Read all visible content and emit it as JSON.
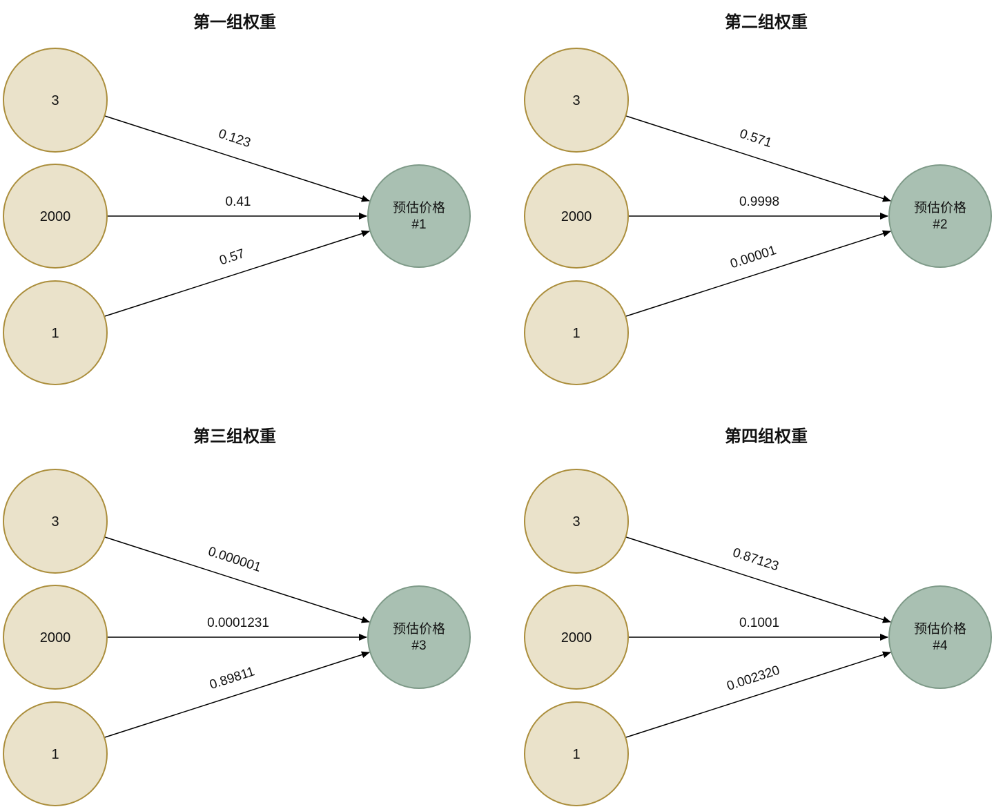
{
  "colors": {
    "input_fill": "#eae2ca",
    "input_stroke": "#ab8e3c",
    "output_fill": "#a9c0b2",
    "output_stroke": "#7e9a88",
    "arrow": "#000000"
  },
  "groups": [
    {
      "title": "第一组权重",
      "inputs": [
        "3",
        "2000",
        "1"
      ],
      "weights": [
        "0.123",
        "0.41",
        "0.57"
      ],
      "output_label": "预估价格",
      "output_id": "#1"
    },
    {
      "title": "第二组权重",
      "inputs": [
        "3",
        "2000",
        "1"
      ],
      "weights": [
        "0.571",
        "0.9998",
        "0.00001"
      ],
      "output_label": "预估价格",
      "output_id": "#2"
    },
    {
      "title": "第三组权重",
      "inputs": [
        "3",
        "2000",
        "1"
      ],
      "weights": [
        "0.000001",
        "0.0001231",
        "0.89811"
      ],
      "output_label": "预估价格",
      "output_id": "#3"
    },
    {
      "title": "第四组权重",
      "inputs": [
        "3",
        "2000",
        "1"
      ],
      "weights": [
        "0.87123",
        "0.1001",
        "0.002320"
      ],
      "output_label": "预估价格",
      "output_id": "#4"
    }
  ]
}
